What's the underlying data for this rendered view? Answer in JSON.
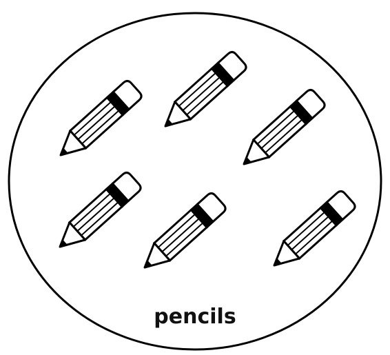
{
  "set": {
    "label": "pencils",
    "outline_color": "#000000",
    "background_color": "#ffffff"
  },
  "items": [
    {
      "name": "pencil",
      "icon": "pencil-icon"
    },
    {
      "name": "pencil",
      "icon": "pencil-icon"
    },
    {
      "name": "pencil",
      "icon": "pencil-icon"
    },
    {
      "name": "pencil",
      "icon": "pencil-icon"
    },
    {
      "name": "pencil",
      "icon": "pencil-icon"
    },
    {
      "name": "pencil",
      "icon": "pencil-icon"
    }
  ],
  "pencil_style": {
    "stroke_color": "#000000",
    "band_color": "#000000",
    "body_color": "#ffffff"
  }
}
